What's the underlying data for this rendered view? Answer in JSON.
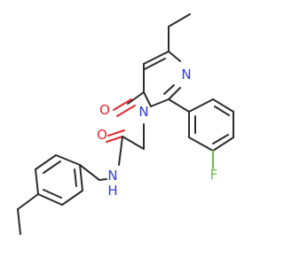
{
  "atoms": {
    "n_ring_top": {
      "text": "N",
      "color": "#2f3bd6"
    },
    "n_ring_bottom": {
      "text": "N",
      "color": "#2f3bd6"
    },
    "o_ketone": {
      "text": "O",
      "color": "#e8262b"
    },
    "o_amide": {
      "text": "O",
      "color": "#e8262b"
    },
    "nh_amide": {
      "text": "N",
      "color": "#2f3bd6"
    },
    "h_amide": {
      "text": "H",
      "color": "#2f3bd6"
    },
    "f_aryl": {
      "text": "F",
      "color": "#6fb84a"
    }
  },
  "colors": {
    "bond": "#2b2b2b",
    "nitrogen": "#2f3bd6",
    "oxygen": "#e8262b",
    "fluorine": "#6fb84a",
    "background": "#ffffff"
  }
}
